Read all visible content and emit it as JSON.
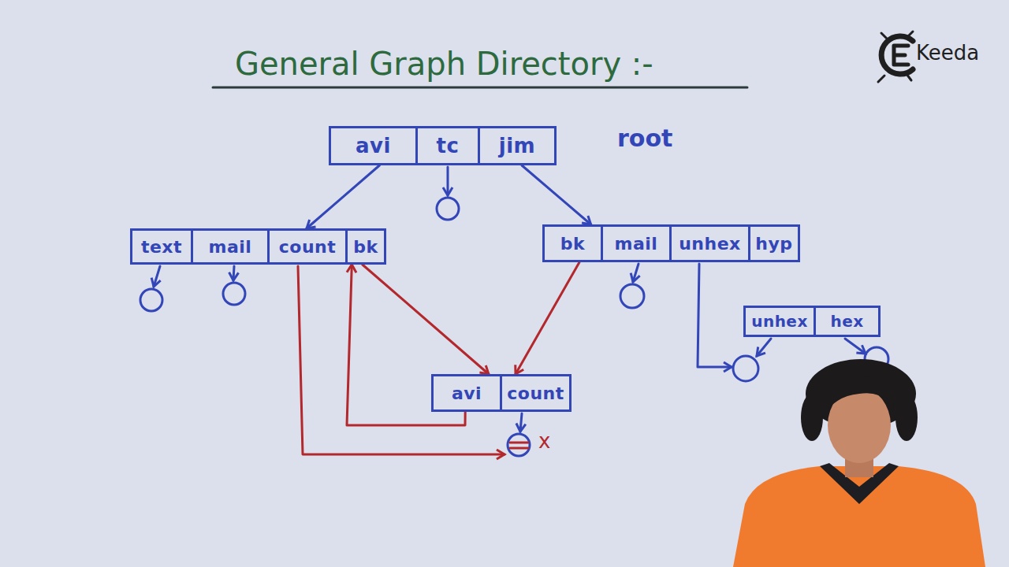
{
  "diagram": {
    "title": "General Graph Directory :-",
    "nodes": [
      {
        "text": [
          "avi"
        ]
      },
      {
        "text": [
          "tc"
        ]
      },
      {
        "text": [
          "jim"
        ]
      },
      {
        "text": [
          "text"
        ]
      },
      {
        "text": [
          "mail"
        ]
      },
      {
        "text": [
          "count"
        ]
      },
      {
        "text": [
          "bk"
        ]
      },
      {
        "text": [
          "bk"
        ]
      },
      {
        "text": [
          "mail"
        ]
      },
      {
        "text": [
          "unhex"
        ]
      },
      {
        "text": [
          "hyp"
        ]
      },
      {
        "text": [
          "unhex"
        ]
      },
      {
        "text": [
          "hex"
        ]
      },
      {
        "text": [
          "avi"
        ]
      },
      {
        "text": [
          "count"
        ]
      }
    ],
    "edges": [
      {
        "from": 0,
        "to": 5,
        "arrow": "to"
      },
      {
        "from": 2,
        "to": 7,
        "arrow": "to"
      },
      {
        "from": 6,
        "to": 13,
        "arrow": "to"
      },
      {
        "from": 13,
        "to": 6,
        "arrow": "to"
      },
      {
        "from": 7,
        "to": 14,
        "arrow": "to"
      }
    ],
    "labels": [
      "root",
      "x",
      "Keeda"
    ]
  }
}
